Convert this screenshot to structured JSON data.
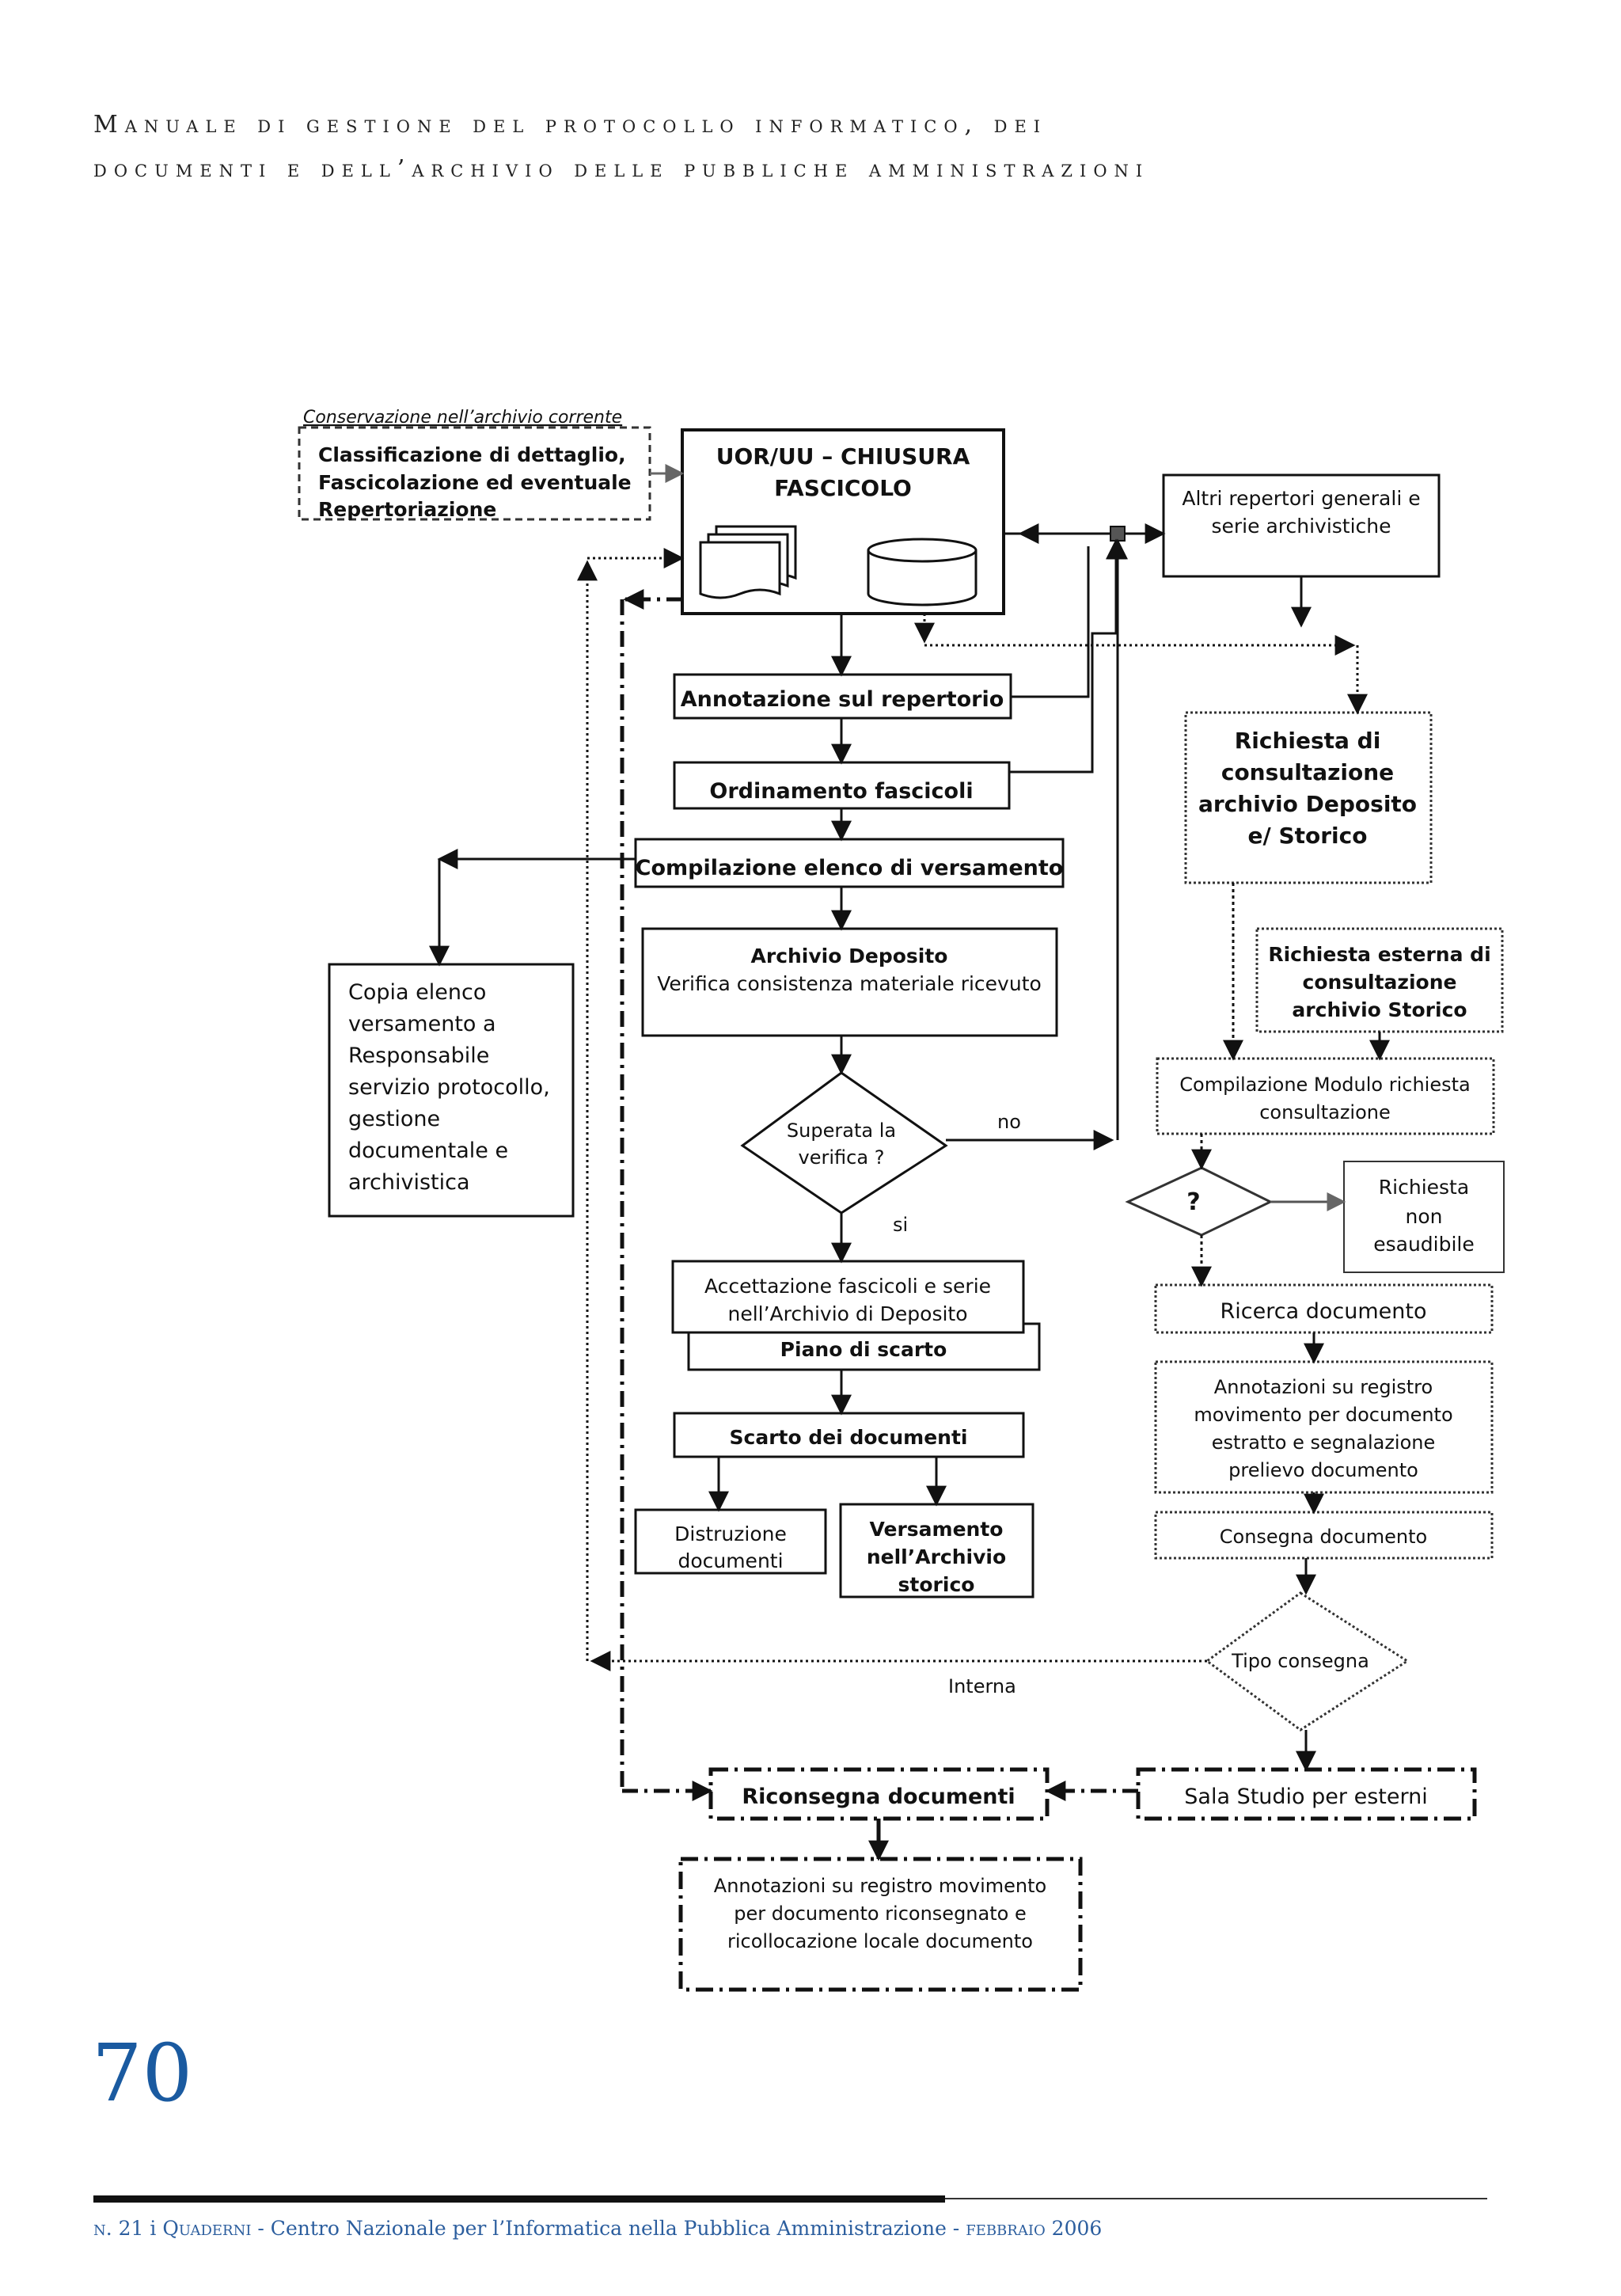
{
  "header": {
    "line1": "Manuale di gestione del protocollo informatico, dei",
    "line2": "documenti e dell’archivio delle pubbliche amministrazioni"
  },
  "diagram": {
    "top_left_label": "Conservazione nell’archivio corrente",
    "box_top_left": [
      "Classificazione di dettaglio,",
      "Fascicolazione ed eventuale",
      "Repertoriazione"
    ],
    "uor_title": [
      "UOR/UU – CHIUSURA",
      "FASCICOLO"
    ],
    "altri_repertori": [
      "Altri repertori generali e",
      "serie archivistiche"
    ],
    "annotazione_repertorio": "Annotazione sul repertorio",
    "ordinamento": "Ordinamento fascicoli",
    "compilazione_elenco": "Compilazione elenco di versamento",
    "archivio_deposito": [
      "Archivio Deposito",
      "Verifica consistenza materiale ricevuto"
    ],
    "copia_elenco": [
      "Copia elenco",
      "versamento a",
      "Responsabile",
      "servizio protocollo,",
      "gestione",
      "documentale e",
      "archivistica"
    ],
    "verifica": [
      "Superata la",
      "verifica ?"
    ],
    "no_label": "no",
    "si_label": "si",
    "accettazione": [
      "Accettazione fascicoli e serie",
      "nell’Archivio di Deposito"
    ],
    "piano_scarto": "Piano di scarto",
    "scarto": "Scarto dei documenti",
    "distruzione": [
      "Distruzione",
      "documenti"
    ],
    "versamento_storico": [
      "Versamento",
      "nell’Archivio",
      "storico"
    ],
    "richiesta_consultazione": [
      "Richiesta di",
      "consultazione",
      "archivio Deposito",
      "e/ Storico"
    ],
    "richiesta_esterna": [
      "Richiesta esterna di",
      "consultazione",
      "archivio Storico"
    ],
    "compilazione_modulo": [
      "Compilazione Modulo richiesta",
      "consultazione"
    ],
    "question_mark": "?",
    "richiesta_non": [
      "Richiesta",
      "non",
      "esaudibile"
    ],
    "ricerca": "Ricerca documento",
    "annotazioni_registro": [
      "Annotazioni su registro",
      "movimento per documento",
      "estratto e segnalazione",
      "prelievo documento"
    ],
    "consegna": "Consegna documento",
    "tipo_consegna": "Tipo consegna",
    "interna": "Interna",
    "riconsegna": "Riconsegna documenti",
    "sala_studio": "Sala Studio per esterni",
    "annotazioni_riconsegna": [
      "Annotazioni su registro movimento",
      "per documento riconsegnato e",
      "ricollocazione locale documento"
    ]
  },
  "page_number": "70",
  "footer": {
    "part1": "n. 21",
    "sep": " i ",
    "part2": "Quaderni",
    "part3": " - Centro Nazionale per l’Informatica nella Pubblica Amministrazione - ",
    "part4": "febbraio",
    "part5": " 2006"
  }
}
